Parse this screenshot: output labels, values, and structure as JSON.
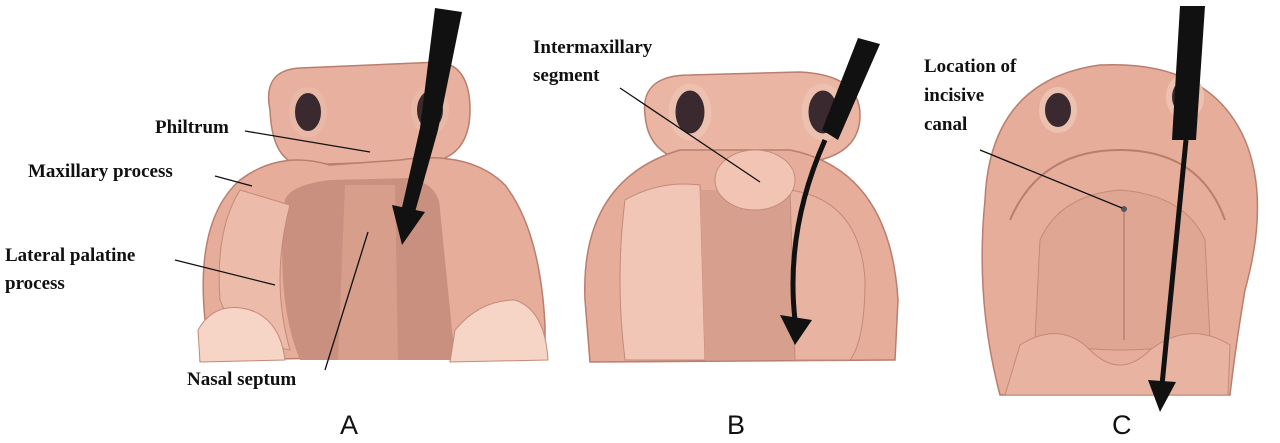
{
  "labels": {
    "philtrum": "Philtrum",
    "maxillary_process": "Maxillary process",
    "lateral_palatine_line1": "Lateral palatine",
    "lateral_palatine_line2": "process",
    "nasal_septum": "Nasal septum",
    "intermaxillary_line1": "Intermaxillary",
    "intermaxillary_line2": "segment",
    "incisive_line1": "Location of",
    "incisive_line2": "incisive",
    "incisive_line3": "canal"
  },
  "panels": {
    "a": "A",
    "b": "B",
    "c": "C"
  },
  "colors": {
    "tissue": "#e6ad9b",
    "tissue_light": "#f0c4b4",
    "tissue_dark": "#b97e6e",
    "cavity": "#c48b78",
    "arrow": "#111111"
  }
}
